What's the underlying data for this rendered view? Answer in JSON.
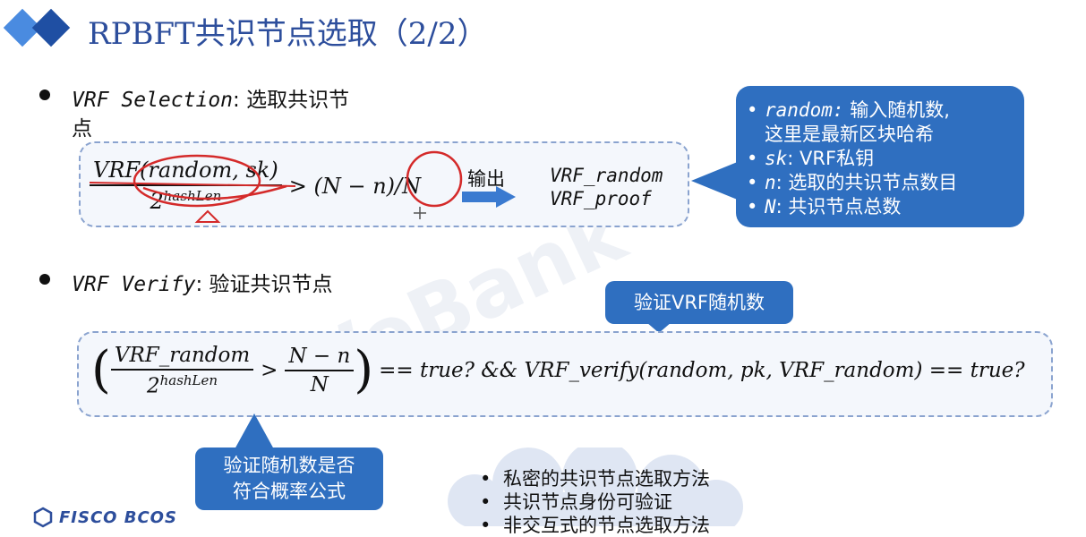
{
  "title": "RPBFT共识节点选取（2/2）",
  "section1": {
    "term": "VRF Selection",
    "desc_line1": ": 选取共识节",
    "desc_line2": "点",
    "formula": {
      "numerator": "VRF(random, sk)",
      "denominator_base": "2",
      "denominator_exp": "hashLen",
      "rhs": "> (N − n)/N"
    },
    "output_label": "输出",
    "outputs": [
      "VRF_random",
      "VRF_proof"
    ]
  },
  "callout_right": {
    "items": [
      {
        "term": "random:",
        "text": " 输入随机数,"
      },
      {
        "term": "",
        "text": "这里是最新区块哈希"
      },
      {
        "term": "sk",
        "text": ":  VRF私钥"
      },
      {
        "term": "n",
        "text": ": 选取的共识节点数目"
      },
      {
        "term": "N",
        "text": ":  共识节点总数"
      }
    ]
  },
  "section2": {
    "term": "VRF Verify",
    "desc": ": 验证共识节点",
    "verify_label": "验证VRF随机数",
    "formula": {
      "left_num": "VRF_random",
      "left_den_base": "2",
      "left_den_exp": "hashLen",
      "gt": ">",
      "right_num": "N − n",
      "right_den": "N",
      "tail": "== true? && VRF_verify(random, pk, VRF_random) == true?"
    },
    "probability_label_line1": "验证随机数是否",
    "probability_label_line2": "符合概率公式"
  },
  "bottom_list": [
    "私密的共识节点选取方法",
    "共识节点身份可验证",
    "非交互式的节点选取方法"
  ],
  "logo_text": "FISCO BCOS",
  "colors": {
    "title": "#2d4e9c",
    "callout": "#2f6fc0",
    "diamond_light": "#4a8be0",
    "diamond_dark": "#1f4fa3"
  }
}
